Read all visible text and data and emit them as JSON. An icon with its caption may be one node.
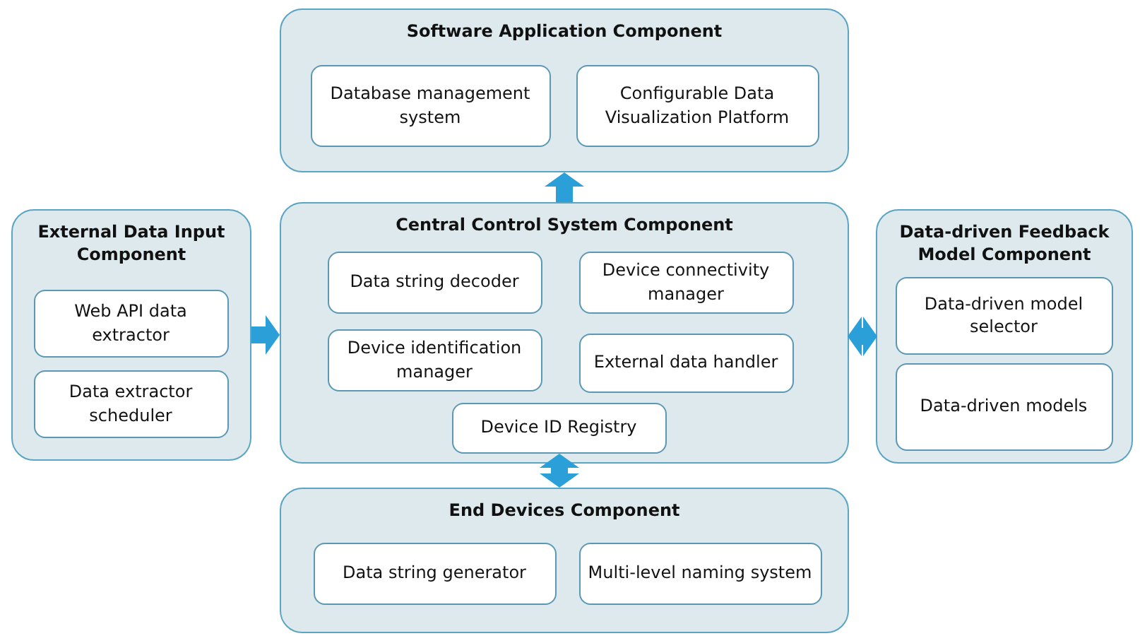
{
  "diagram": {
    "nodes": [
      {
        "text": [
          "Software Application Component"
        ]
      },
      {
        "text": [
          "Database management system"
        ],
        "in": 0
      },
      {
        "text": [
          "Configurable Data Visualization Platform"
        ],
        "in": 0
      },
      {
        "text": [
          "External Data Input Component"
        ]
      },
      {
        "text": [
          "Web API data extractor"
        ],
        "in": 3
      },
      {
        "text": [
          "Data extractor scheduler"
        ],
        "in": 3
      },
      {
        "text": [
          "Central Control System Component"
        ]
      },
      {
        "text": [
          "Data string decoder"
        ],
        "in": 6
      },
      {
        "text": [
          "Device connectivity manager"
        ],
        "in": 6
      },
      {
        "text": [
          "Device identification manager"
        ],
        "in": 6
      },
      {
        "text": [
          "External data handler"
        ],
        "in": 6
      },
      {
        "text": [
          "Device ID Registry"
        ],
        "in": 6
      },
      {
        "text": [
          "Data-driven Feedback Model Component"
        ]
      },
      {
        "text": [
          "Data-driven model selector"
        ],
        "in": 12
      },
      {
        "text": [
          "Data-driven models"
        ],
        "in": 12
      },
      {
        "text": [
          "End Devices Component"
        ]
      },
      {
        "text": [
          "Data string generator"
        ],
        "in": 15
      },
      {
        "text": [
          "Multi-level naming system"
        ],
        "in": 15
      }
    ],
    "edges": [
      {
        "from": 6,
        "to": 0,
        "arrow": "to"
      },
      {
        "from": 3,
        "to": 6,
        "arrow": "to"
      },
      {
        "from": 6,
        "to": 12,
        "arrow": "both"
      },
      {
        "from": 11,
        "to": 15,
        "arrow": "both"
      }
    ]
  }
}
